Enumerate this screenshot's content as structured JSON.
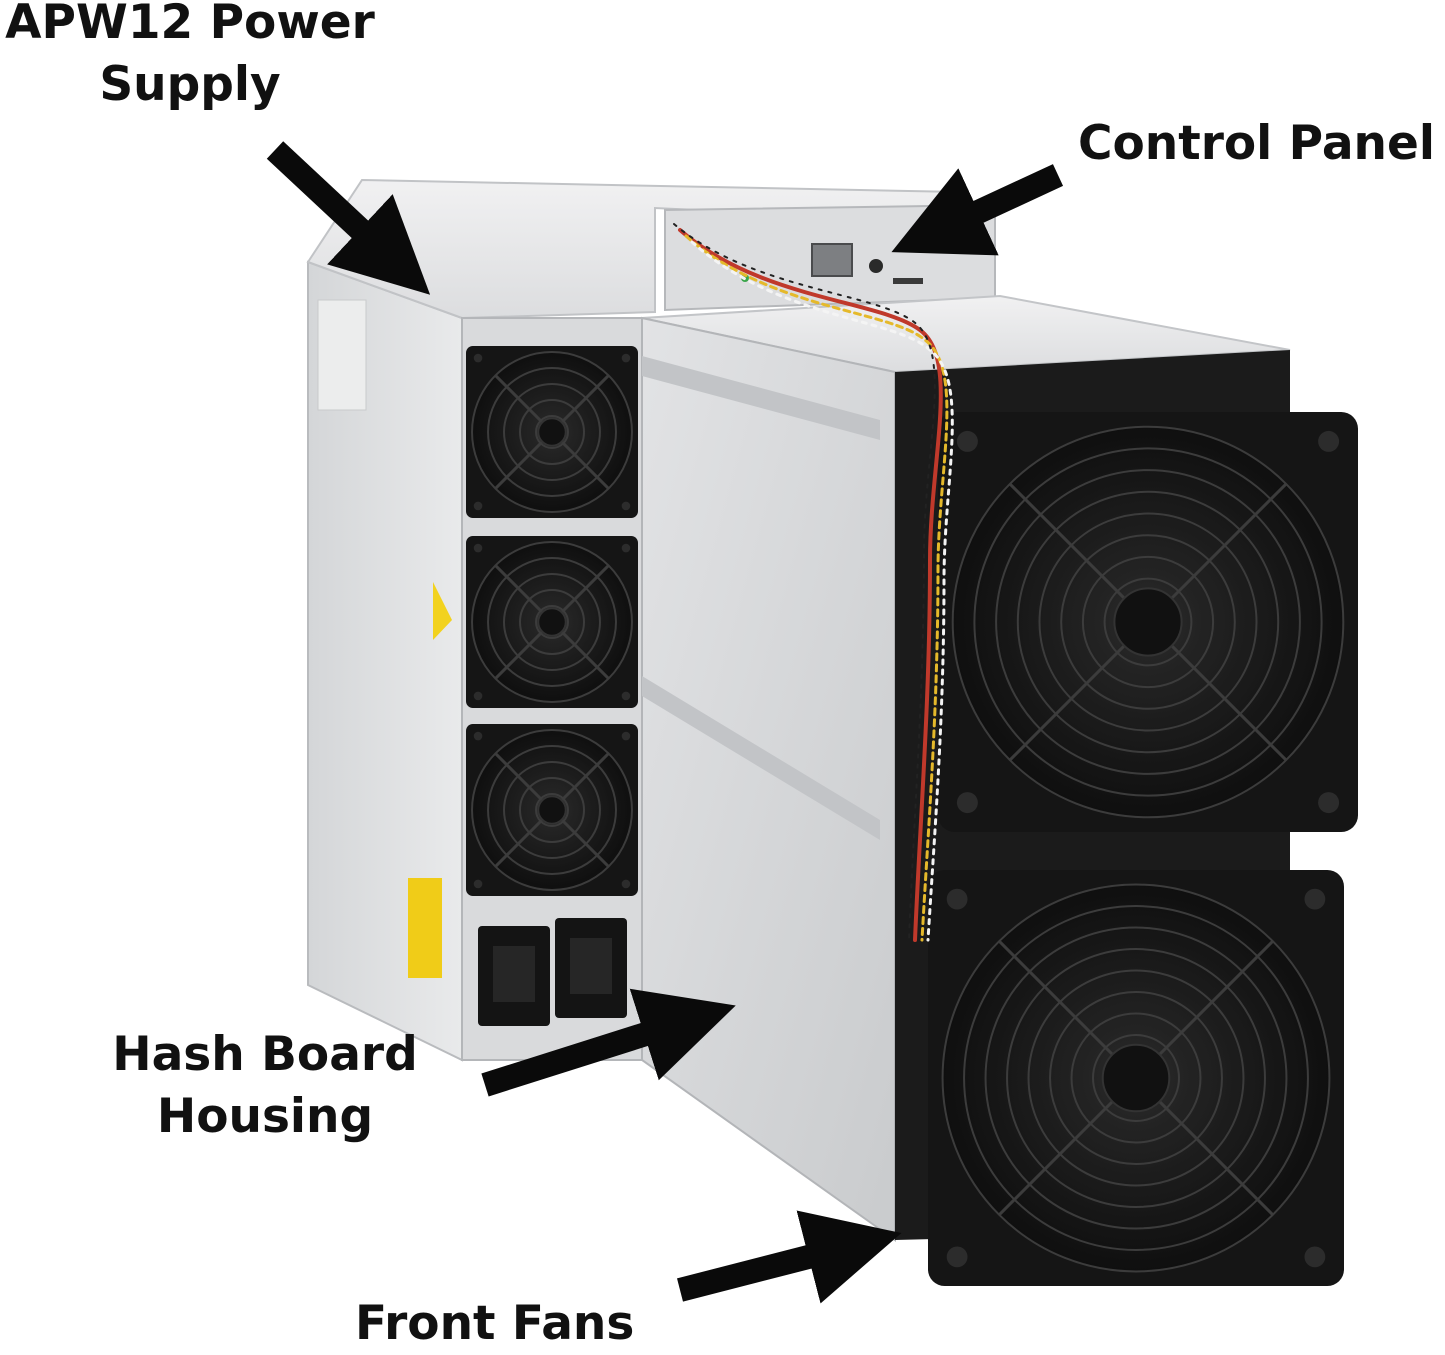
{
  "labels": {
    "power_supply": {
      "line1": "APW12 Power",
      "line2": "Supply"
    },
    "control_panel": {
      "line1": "Control Panel"
    },
    "hash_board": {
      "line1": "Hash Board",
      "line2": "Housing"
    },
    "front_fans": {
      "line1": "Front Fans"
    }
  },
  "colors": {
    "label_text": "#111111",
    "arrow": "#0a0a0a",
    "case_light": "#e7e8e9",
    "case_mid": "#cfd1d3",
    "case_dark": "#aeb1b4",
    "fan_black": "#1a1a1a",
    "fan_grill": "#3a3a3a"
  }
}
